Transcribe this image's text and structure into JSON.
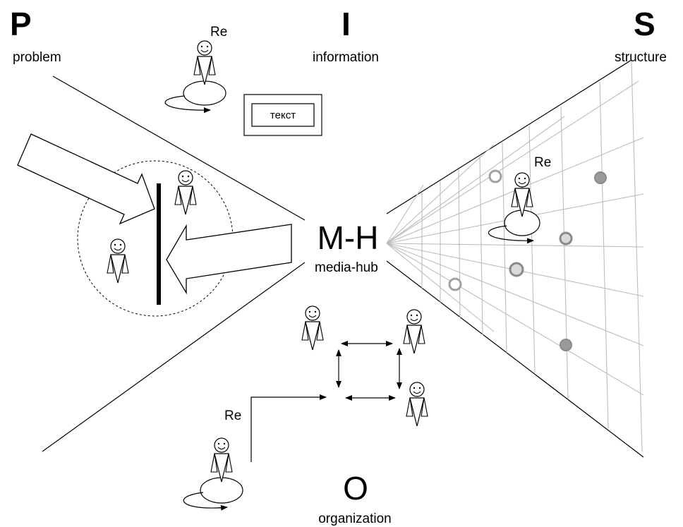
{
  "corners": {
    "p": {
      "letter": "P",
      "word": "problem"
    },
    "i": {
      "letter": "I",
      "word": "information"
    },
    "s": {
      "letter": "S",
      "word": "structure"
    },
    "o": {
      "letter": "O",
      "word": "organization"
    }
  },
  "hub": {
    "abbr": "M-H",
    "name": "media-hub"
  },
  "re_label": "Re",
  "text_box_label": "текст",
  "colors": {
    "ink": "#000000",
    "grid": "#bdbdbd",
    "dot_light": "#d9d9d9",
    "dot_dark": "#9a9a9a",
    "dot_stroke": "#8a8a8a"
  }
}
